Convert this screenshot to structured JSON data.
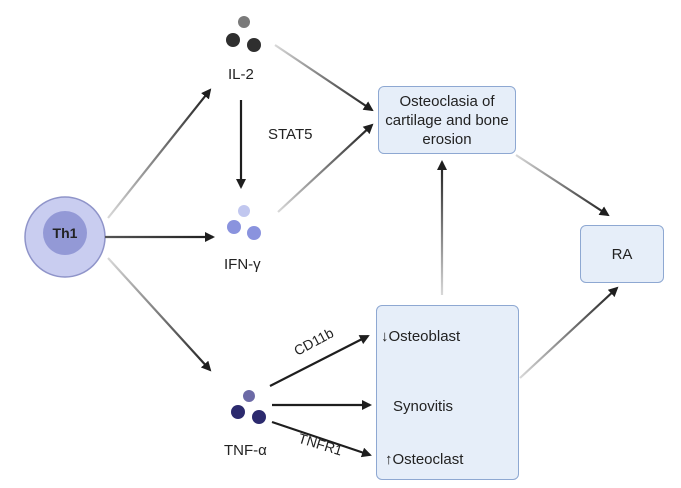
{
  "nodes": {
    "th1": "Th1",
    "il2": "IL-2",
    "ifng": "IFN-γ",
    "tnfa": "TNF-α",
    "osteoclasia": "Osteoclasia of cartilage and bone erosion",
    "ra": "RA"
  },
  "pathway_labels": {
    "stat5": "STAT5",
    "cd11b": "CD11b",
    "tnfr1": "TNFR1"
  },
  "effects": {
    "osteoblast": "↓Osteoblast",
    "synovitis": "Synovitis",
    "osteoclast": "↑Osteoclast"
  }
}
